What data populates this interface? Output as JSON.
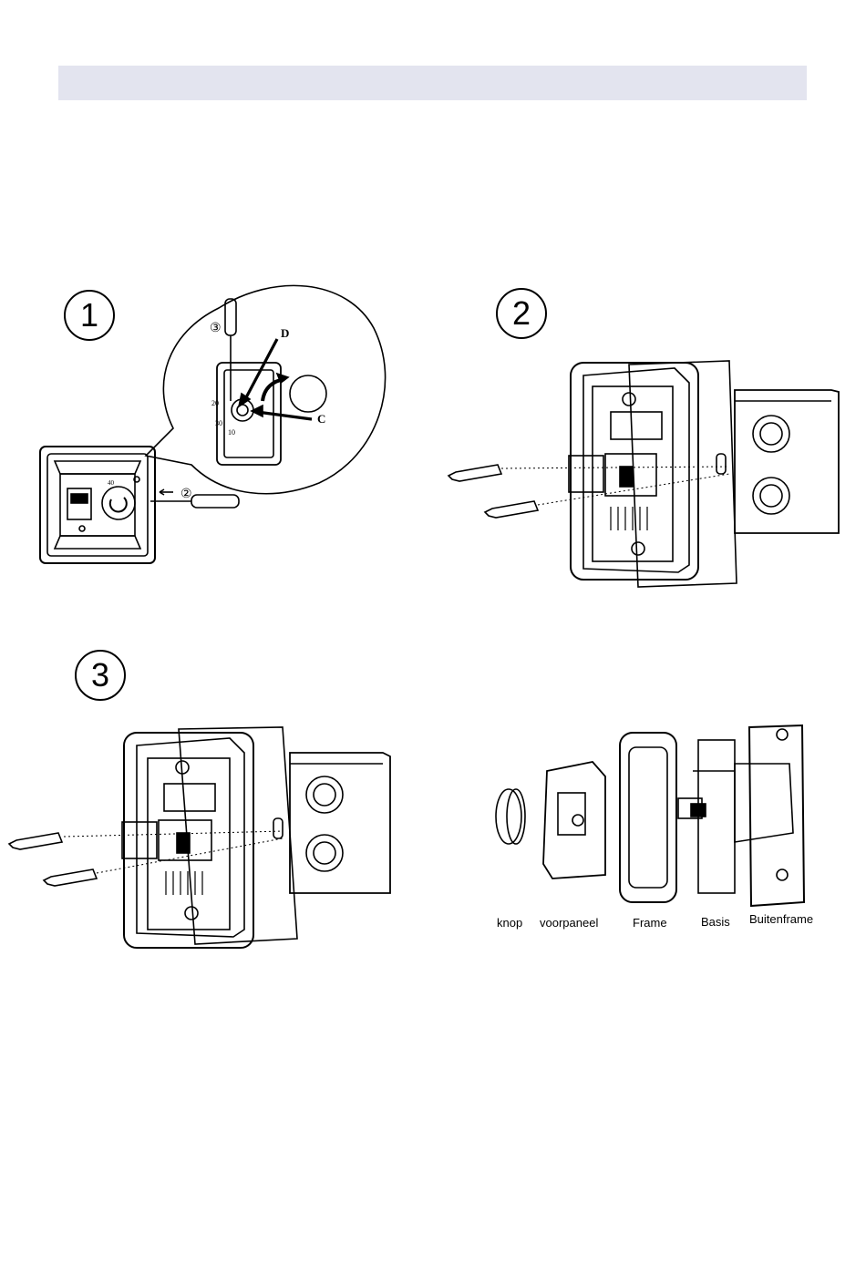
{
  "steps": [
    {
      "number": "1"
    },
    {
      "number": "2"
    },
    {
      "number": "3"
    }
  ],
  "callouts": {
    "D": "D",
    "C": "C",
    "circ3": "③",
    "circ2": "②"
  },
  "dial_ticks": [
    "20",
    "30",
    "10",
    "40"
  ],
  "parts": [
    {
      "label": "knop"
    },
    {
      "label": "voorpaneel"
    },
    {
      "label": "Frame"
    },
    {
      "label": "Basis"
    },
    {
      "label": "Buitenframe"
    }
  ],
  "colors": {
    "header": "#e3e4ef",
    "line": "#000000"
  }
}
